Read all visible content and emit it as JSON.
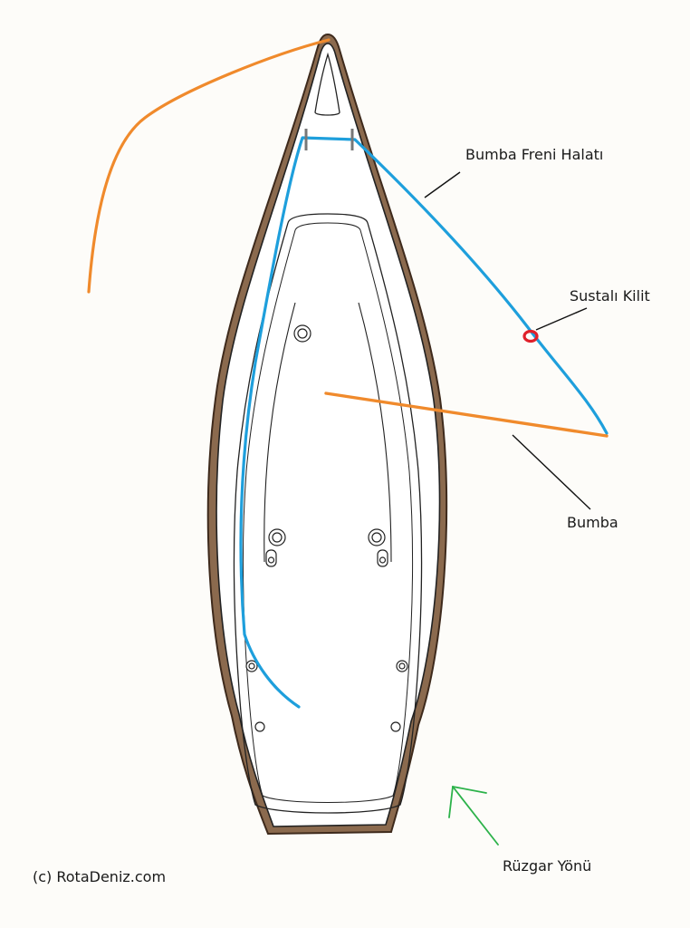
{
  "labels": {
    "preventer_line": "Bumba Freni Halatı",
    "snap_lock": "Sustalı Kilit",
    "boom": "Bumba",
    "wind_direction": "Rüzgar Yönü",
    "copyright": "(c) RotaDeniz.com"
  },
  "colors": {
    "hull": "#8b6a4e",
    "preventer_line": "#1e9fdc",
    "boom": "#f08a2c",
    "snap_lock": "#e0202a",
    "wind_arrow": "#2cb24a",
    "fitting": "#777777",
    "outline": "#222222",
    "background": "#fdfcf9"
  },
  "icons": {
    "wind_arrow": "arrow-up-left-icon",
    "snap_lock": "ring-icon"
  }
}
